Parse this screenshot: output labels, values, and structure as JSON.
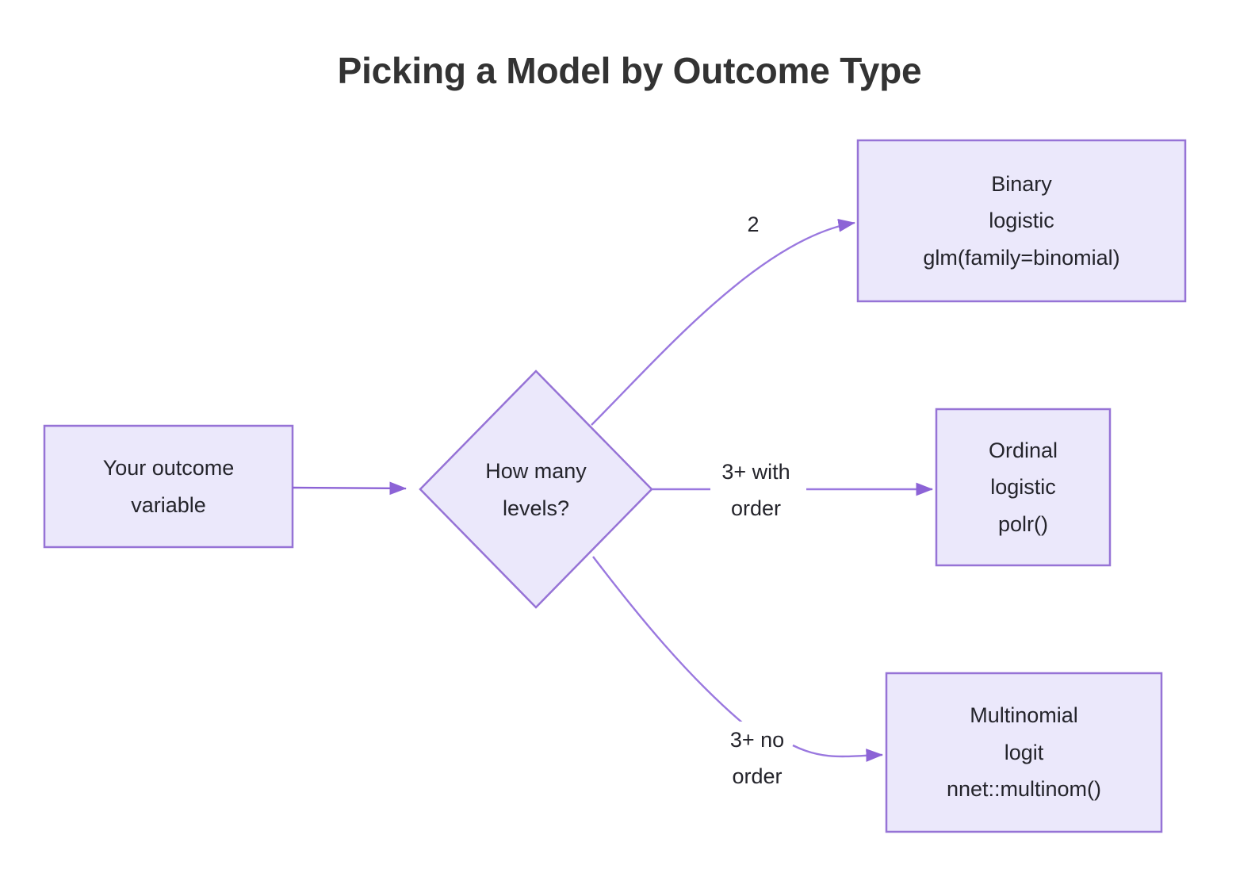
{
  "title": "Picking a Model by Outcome Type",
  "colors": {
    "node_fill": "#ebe8fb",
    "node_stroke": "#9673d6",
    "edge_stroke": "#8c63d6",
    "text": "#24242b",
    "title": "#333333",
    "background": "#ffffff"
  },
  "nodes": [
    {
      "id": "outcome-variable",
      "shape": "rectangle",
      "lines": [
        "Your outcome",
        "variable"
      ]
    },
    {
      "id": "how-many-levels",
      "shape": "diamond",
      "lines": [
        "How many",
        "levels?"
      ]
    },
    {
      "id": "binary-logistic",
      "shape": "rectangle",
      "lines": [
        "Binary",
        "logistic",
        "glm(family=binomial)"
      ]
    },
    {
      "id": "ordinal-logistic",
      "shape": "rectangle",
      "lines": [
        "Ordinal",
        "logistic",
        "polr()"
      ]
    },
    {
      "id": "multinomial-logit",
      "shape": "rectangle",
      "lines": [
        "Multinomial",
        "logit",
        "nnet::multinom()"
      ]
    }
  ],
  "edges": [
    {
      "id": "start-to-decision",
      "from": "outcome-variable",
      "to": "how-many-levels",
      "label_lines": []
    },
    {
      "id": "decision-to-binary",
      "from": "how-many-levels",
      "to": "binary-logistic",
      "label_lines": [
        "2"
      ]
    },
    {
      "id": "decision-to-ordinal",
      "from": "how-many-levels",
      "to": "ordinal-logistic",
      "label_lines": [
        "3+ with",
        "order"
      ]
    },
    {
      "id": "decision-to-multinomial",
      "from": "how-many-levels",
      "to": "multinomial-logit",
      "label_lines": [
        "3+ no",
        "order"
      ]
    }
  ]
}
